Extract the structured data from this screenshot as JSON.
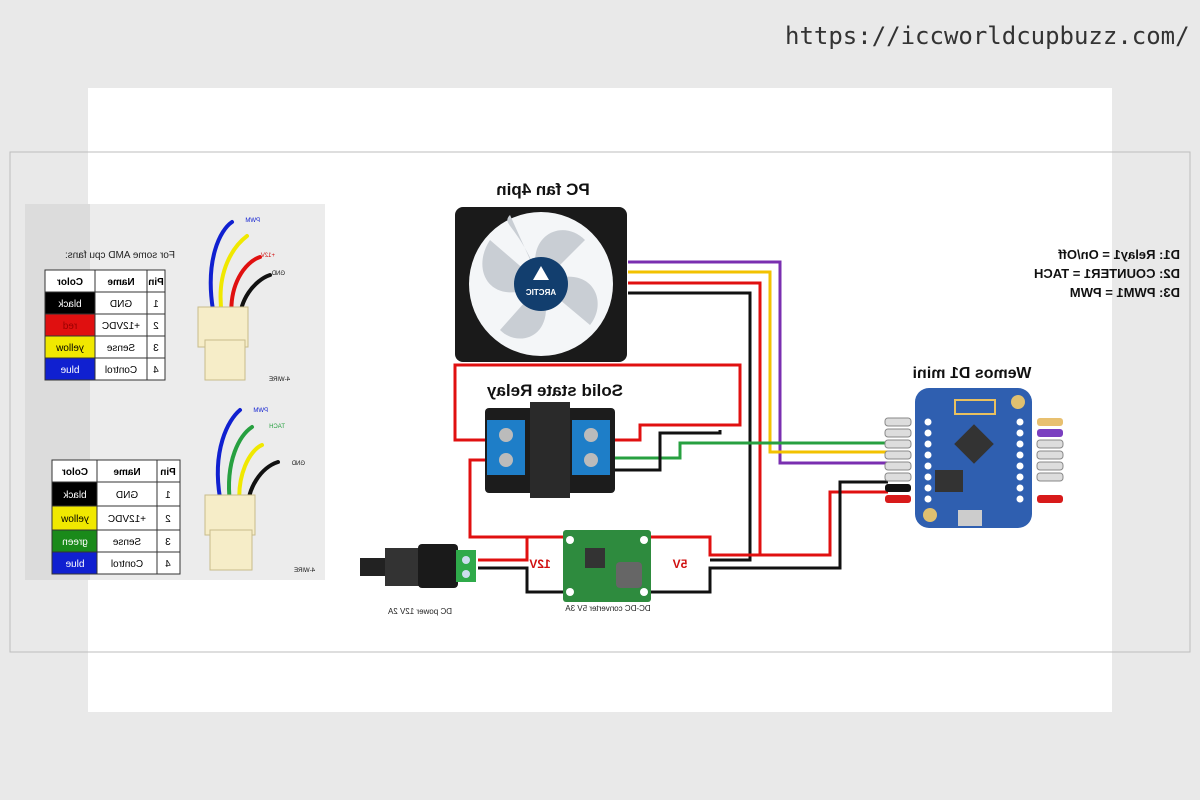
{
  "watermark": "https://iccworldcupbuzz.com/",
  "mirrored": true,
  "fan": {
    "title": "PC fan 4pin",
    "brand": "ARCTIC"
  },
  "relay": {
    "title": "Solid state Relay"
  },
  "wemos": {
    "title": "Wemos D1 mini"
  },
  "pin_notes": [
    "D1: Relay1 = On/Off",
    "D2: COUNTER1 = TACH",
    "D3: PWM1 = PWM"
  ],
  "power": {
    "jack_label": "DC power 12V 2A",
    "converter_label": "DC-DC converter 5V 3A",
    "in_voltage": "12V",
    "out_voltage": "5V"
  },
  "table1": {
    "caption": "For some AMD cpu fans:",
    "headers": [
      "Pin",
      "Name",
      "Color"
    ],
    "rows": [
      {
        "pin": "1",
        "name": "GND",
        "color": "black",
        "hex": "#000000"
      },
      {
        "pin": "2",
        "name": "+12VDC",
        "color": "red",
        "hex": "#e01010"
      },
      {
        "pin": "3",
        "name": "Sense",
        "color": "yellow",
        "hex": "#f0e800"
      },
      {
        "pin": "4",
        "name": "Control",
        "color": "blue",
        "hex": "#1020d0"
      }
    ],
    "connector": {
      "label": "4-WIRE",
      "wires": [
        "PWM",
        "",
        "+12V",
        "GND"
      ]
    }
  },
  "table2": {
    "headers": [
      "Pin",
      "Name",
      "Color"
    ],
    "rows": [
      {
        "pin": "1",
        "name": "GND",
        "color": "black",
        "hex": "#000000"
      },
      {
        "pin": "2",
        "name": "+12VDC",
        "color": "yellow",
        "hex": "#f0e800"
      },
      {
        "pin": "3",
        "name": "Sense",
        "color": "green",
        "hex": "#1a8a1a"
      },
      {
        "pin": "4",
        "name": "Control",
        "color": "blue",
        "hex": "#1020d0"
      }
    ],
    "connector": {
      "label": "4-WIRE",
      "wires": [
        "PWM",
        "TACH",
        "",
        "GND"
      ]
    }
  },
  "colors": {
    "wire_red": "#e01010",
    "wire_black": "#111111",
    "wire_purple": "#7a2fb0",
    "wire_yellow": "#f2c200",
    "wire_green": "#27a040",
    "board_blue": "#2f5fb0"
  }
}
